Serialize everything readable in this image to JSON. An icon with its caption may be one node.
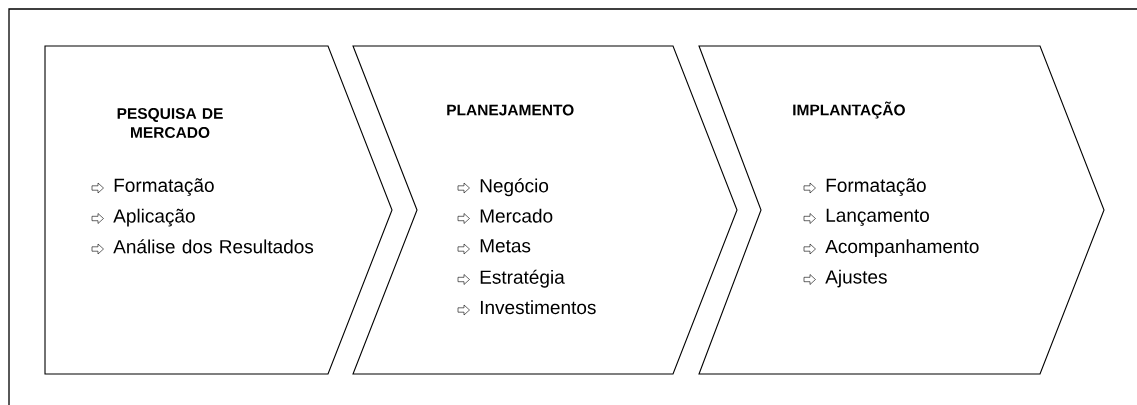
{
  "diagram": {
    "nodes": [
      {
        "text": [
          "PESQUISA DE MERCADO",
          "Formatação",
          "Aplicação",
          "Análise dos Resultados"
        ]
      },
      {
        "text": [
          "PLANEJAMENTO",
          "Negócio",
          "Mercado",
          "Metas",
          "Estratégia",
          "Investimentos"
        ]
      },
      {
        "text": [
          "IMPLANTAÇÃO",
          "Formatação",
          "Lançamento",
          "Acompanhamento",
          "Ajustes"
        ]
      }
    ]
  }
}
